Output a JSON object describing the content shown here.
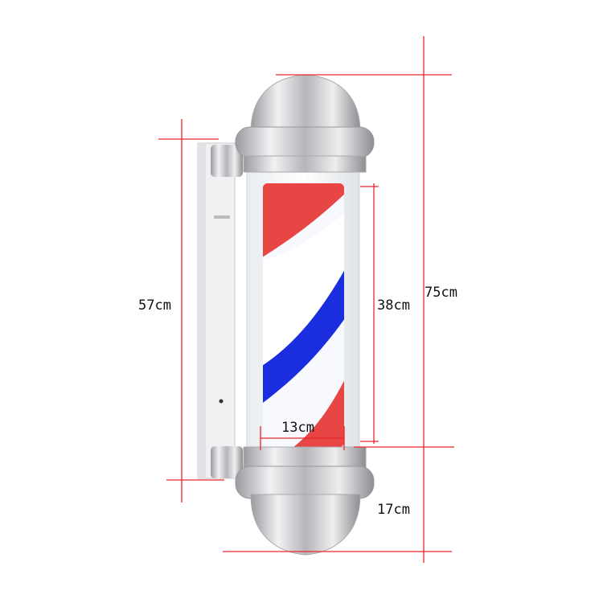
{
  "dimensions": {
    "total_height": "75cm",
    "bracket_height": "57cm",
    "stripe_height": "38cm",
    "stripe_width": "13cm",
    "diameter": "17cm"
  },
  "colors": {
    "dimension_line": "#e8262a",
    "stripe_red": "#e84545",
    "stripe_blue": "#1a2ee0",
    "chrome": "#c8c8cc"
  }
}
